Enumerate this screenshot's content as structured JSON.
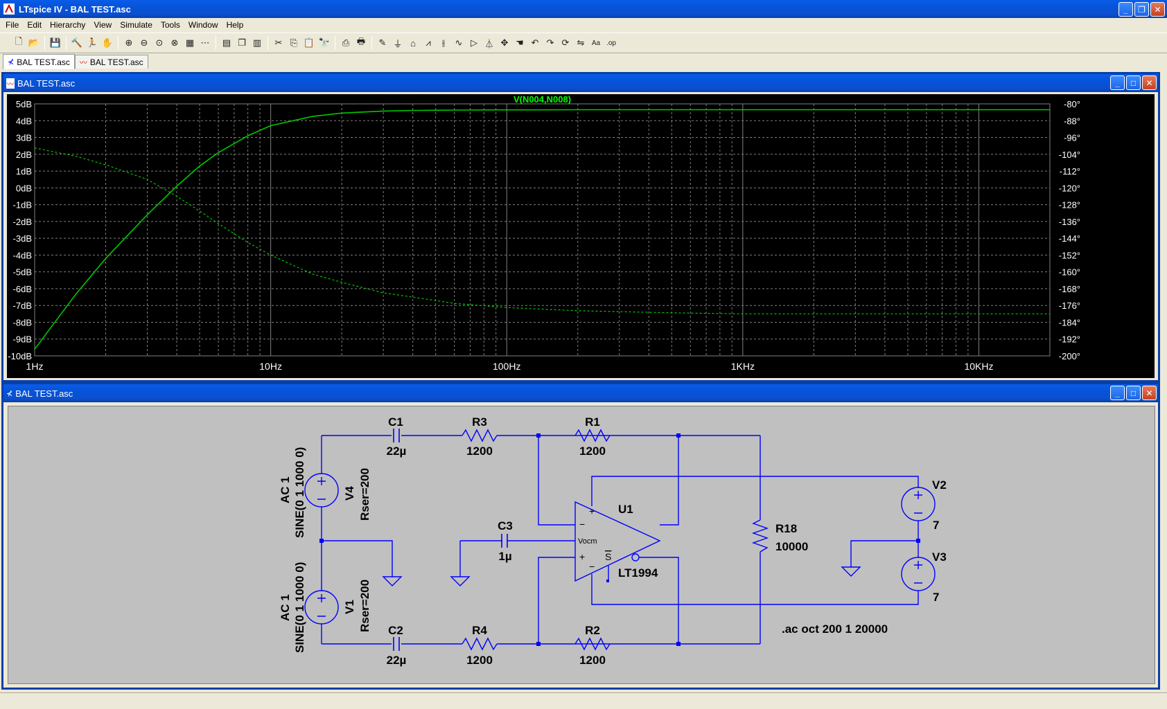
{
  "app": {
    "title": "LTspice IV - BAL TEST.asc",
    "menu": [
      "File",
      "Edit",
      "Hierarchy",
      "View",
      "Simulate",
      "Tools",
      "Window",
      "Help"
    ],
    "toolbar_icons": [
      "new-schematic-icon",
      "open-icon",
      "save-icon",
      "control-panel-icon",
      "run-icon",
      "halt-icon",
      "zoom-in-icon",
      "zoom-out-icon",
      "zoom-fit-icon",
      "zoom-cancel-icon",
      "autorange-icon",
      "grid-icon",
      "tile-horizontal-icon",
      "cascade-icon",
      "tile-vertical-icon",
      "cut-icon",
      "copy-icon",
      "paste-icon",
      "find-icon",
      "print-setup-icon",
      "print-icon",
      "draw-wire-icon",
      "ground-icon",
      "label-net-icon",
      "resistor-icon",
      "capacitor-icon",
      "inductor-icon",
      "diode-icon",
      "component-icon",
      "move-icon",
      "drag-icon",
      "undo-icon",
      "redo-icon",
      "rotate-icon",
      "mirror-icon",
      "text-icon",
      "spice-directive-icon"
    ],
    "tabs": [
      {
        "label": "BAL TEST.asc",
        "icon": "schematic-icon",
        "active": true
      },
      {
        "label": "BAL TEST.asc",
        "icon": "waveform-icon",
        "active": false
      }
    ]
  },
  "plot_window": {
    "title": "BAL TEST.asc",
    "trace_label": "V(N004,N008)",
    "colors": {
      "background": "#000000",
      "grid": "#808080",
      "trace": "#00c800",
      "axis_text": "#ffffff",
      "title": "#00ff00"
    }
  },
  "chart_data": {
    "type": "line",
    "title": "V(N004,N008)",
    "x_scale": "log",
    "x_range": [
      1,
      20000
    ],
    "x_ticks": [
      "1Hz",
      "10Hz",
      "100Hz",
      "1KHz",
      "10KHz"
    ],
    "y_left_range_dB": [
      -10,
      5
    ],
    "y_left_ticks": [
      "5dB",
      "4dB",
      "3dB",
      "2dB",
      "1dB",
      "0dB",
      "-1dB",
      "-2dB",
      "-3dB",
      "-4dB",
      "-5dB",
      "-6dB",
      "-7dB",
      "-8dB",
      "-9dB",
      "-10dB"
    ],
    "y_right_range_deg": [
      -200,
      -80
    ],
    "y_right_ticks": [
      "-80°",
      "-88°",
      "-96°",
      "-104°",
      "-112°",
      "-120°",
      "-128°",
      "-136°",
      "-144°",
      "-152°",
      "-160°",
      "-168°",
      "-176°",
      "-184°",
      "-192°",
      "-200°"
    ],
    "grid": true,
    "series": [
      {
        "name": "V(N004,N008)",
        "quantity": "magnitude",
        "style": "solid",
        "x": [
          1,
          1.5,
          2,
          3,
          4,
          5,
          6,
          8,
          10,
          15,
          20,
          30,
          40,
          60,
          100,
          200,
          500,
          1000,
          2000,
          5000,
          10000,
          20000
        ],
        "y": [
          -9.6,
          -6.3,
          -4.2,
          -1.6,
          0.1,
          1.3,
          2.1,
          3.1,
          3.7,
          4.25,
          4.45,
          4.57,
          4.61,
          4.63,
          4.64,
          4.65,
          4.65,
          4.65,
          4.65,
          4.65,
          4.65,
          4.65
        ]
      },
      {
        "name": "V(N004,N008)",
        "quantity": "phase",
        "style": "dashed",
        "x": [
          1,
          1.5,
          2,
          3,
          4,
          5,
          6,
          8,
          10,
          15,
          20,
          30,
          40,
          60,
          100,
          200,
          500,
          1000,
          2000,
          5000,
          10000,
          20000
        ],
        "y": [
          -101,
          -105,
          -109,
          -116,
          -124,
          -131,
          -137,
          -146,
          -152,
          -161,
          -165,
          -170,
          -172,
          -175,
          -177,
          -178.5,
          -179.5,
          -180,
          -180,
          -180,
          -180,
          -180
        ]
      }
    ]
  },
  "schematic_window": {
    "title": "BAL TEST.asc",
    "colors": {
      "background": "#c0c0c0",
      "wire": "#0000ff",
      "component": "#0000ff",
      "text": "#000000"
    },
    "components": {
      "C1": {
        "name": "C1",
        "value": "22µ"
      },
      "C2": {
        "name": "C2",
        "value": "22µ"
      },
      "C3": {
        "name": "C3",
        "value": "1µ"
      },
      "R1": {
        "name": "R1",
        "value": "1200"
      },
      "R2": {
        "name": "R2",
        "value": "1200"
      },
      "R3": {
        "name": "R3",
        "value": "1200"
      },
      "R4": {
        "name": "R4",
        "value": "1200"
      },
      "R18": {
        "name": "R18",
        "value": "10000"
      },
      "U1": {
        "name": "U1",
        "value": "LT1994"
      },
      "V1": {
        "name": "V1",
        "value": "SINE(0 1 1000 0)",
        "ac": "AC 1",
        "rser": "Rser=200"
      },
      "V4": {
        "name": "V4",
        "value": "SINE(0 1 1000 0)",
        "ac": "AC 1",
        "rser": "Rser=200"
      },
      "V2": {
        "name": "V2",
        "value": "7"
      },
      "V3": {
        "name": "V3",
        "value": "7"
      }
    },
    "opamp_pins": {
      "vocm": "Vocm",
      "shdn": "S",
      "plus": "+",
      "minus": "−"
    },
    "directive": ".ac oct 200 1 20000"
  }
}
